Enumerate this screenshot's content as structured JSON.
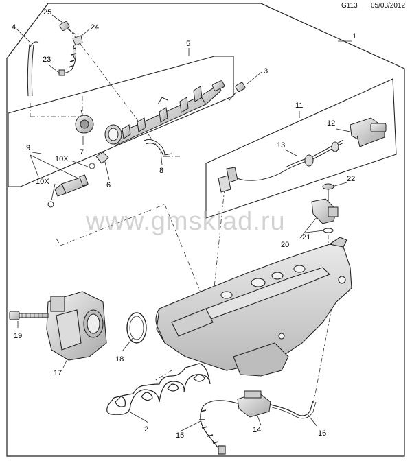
{
  "header": {
    "diagram_code": "G113",
    "date": "05/03/2012"
  },
  "watermark": "www.gmsklad.ru",
  "callouts": {
    "c1": "1",
    "c2": "2",
    "c3": "3",
    "c4": "4",
    "c5": "5",
    "c6": "6",
    "c7": "7",
    "c8": "8",
    "c9": "9",
    "c10a": "10X",
    "c10b": "10X",
    "c11": "11",
    "c12": "12",
    "c13": "13",
    "c14": "14",
    "c15": "15",
    "c16": "16",
    "c17": "17",
    "c18": "18",
    "c19": "19",
    "c20": "20",
    "c21": "21",
    "c22": "22",
    "c23": "23",
    "c24": "24",
    "c25": "25"
  },
  "colors": {
    "line": "#222222",
    "part_fill": "#eeeeee",
    "part_shade": "#bdbdbd",
    "watermark": "#afafaf"
  }
}
